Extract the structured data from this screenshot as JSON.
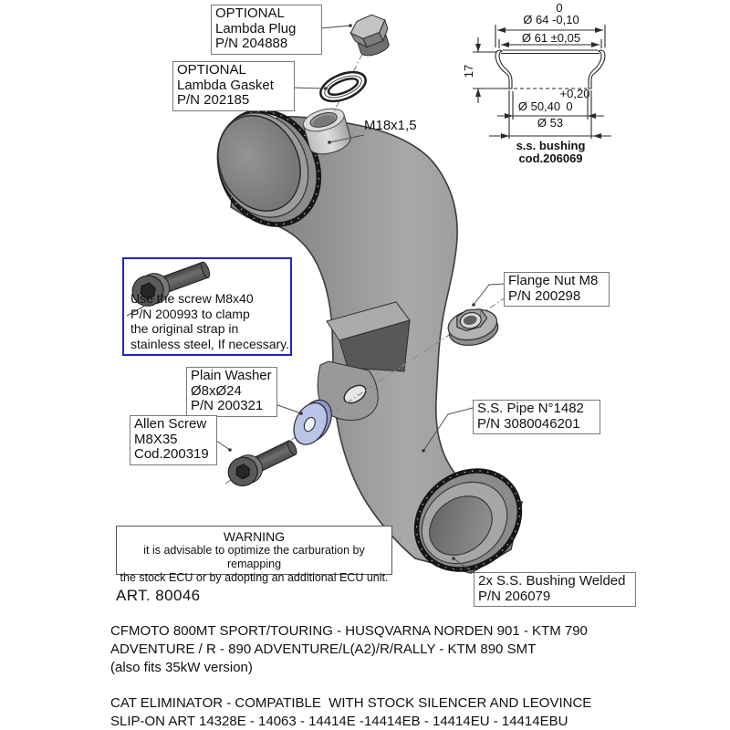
{
  "colors": {
    "note_box_border": "#2323cc",
    "washer": "#b9c4e8",
    "pipe_metal": "#9a9a9a",
    "line_art": "#333333",
    "background": "#ffffff"
  },
  "callouts": {
    "lambda_plug": {
      "l1": "OPTIONAL",
      "l2": "Lambda Plug",
      "l3": "P/N 204888"
    },
    "lambda_gasket": {
      "l1": "OPTIONAL",
      "l2": "Lambda Gasket",
      "l3": "P/N 202185"
    },
    "thread_size": "M18x1,5",
    "flange_nut": {
      "l1": "Flange Nut M8",
      "l2": "P/N 200298"
    },
    "ss_pipe": {
      "l1": "S.S. Pipe N°1482",
      "l2": "P/N 3080046201"
    },
    "plain_washer": {
      "l1": "Plain Washer",
      "l2": "Ø8xØ24",
      "l3": "P/N 200321"
    },
    "allen_screw": {
      "l1": "Allen Screw",
      "l2": "M8X35",
      "l3": "Cod.200319"
    },
    "bushing_welded": {
      "l1": "2x S.S. Bushing Welded",
      "l2": "P/N 206079"
    }
  },
  "note_box": {
    "l1": "Use the screw M8x40",
    "l2": "P/N 200993 to clamp",
    "l3": "the original strap in",
    "l4": "stainless steel, If necessary."
  },
  "section_drawing": {
    "tol_64_upper": "0",
    "dim_64": "Ø 64 -0,10",
    "dim_61": "Ø 61 ±0,05",
    "dim_height": "17",
    "tol_5040_upper": "+0,20",
    "tol_5040_lower": "0",
    "dim_5040": "Ø 50,40",
    "dim_53": "Ø 53",
    "caption_l1": "s.s. bushing",
    "caption_l2": "cod.206069"
  },
  "warning_box": {
    "title": "WARNING",
    "l1": "it is advisable to optimize the carburation by remapping",
    "l2": "the stock ECU or by adopting an additional ECU unit."
  },
  "art_number": "ART. 80046",
  "fitment": {
    "l1": "CFMOTO 800MT SPORT/TOURING - HUSQVARNA NORDEN 901 - KTM 790",
    "l2": "ADVENTURE / R - 890 ADVENTURE/L(A2)/R/RALLY - KTM 890 SMT",
    "l3": "(also fits 35kW version)"
  },
  "product_info": {
    "l1": "CAT ELIMINATOR - COMPATIBLE  WITH STOCK SILENCER AND LEOVINCE",
    "l2": "SLIP-ON ART 14328E - 14063 - 14414E -14414EB - 14414EU - 14414EBU"
  }
}
